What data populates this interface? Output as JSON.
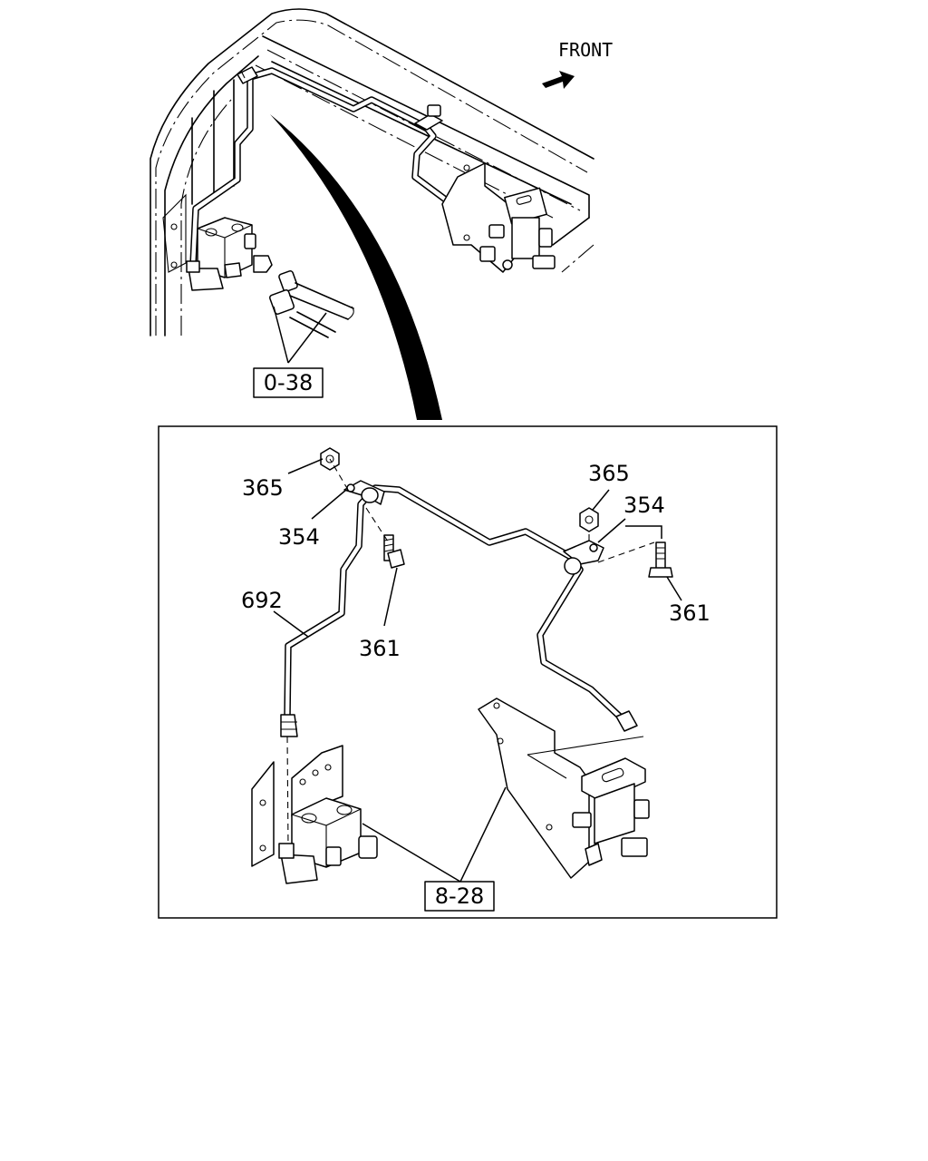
{
  "orientation": {
    "front_label": "FRONT",
    "arrow_icon": "front-arrow-icon"
  },
  "references": {
    "overview_ref": "0-38",
    "detail_ref": "8-28"
  },
  "callouts": [
    {
      "id": "nut-left",
      "number": "365"
    },
    {
      "id": "clip-left",
      "number": "354"
    },
    {
      "id": "pipe",
      "number": "692"
    },
    {
      "id": "bolt-left",
      "number": "361"
    },
    {
      "id": "nut-right",
      "number": "365"
    },
    {
      "id": "clip-right",
      "number": "354"
    },
    {
      "id": "bolt-right",
      "number": "361"
    }
  ]
}
